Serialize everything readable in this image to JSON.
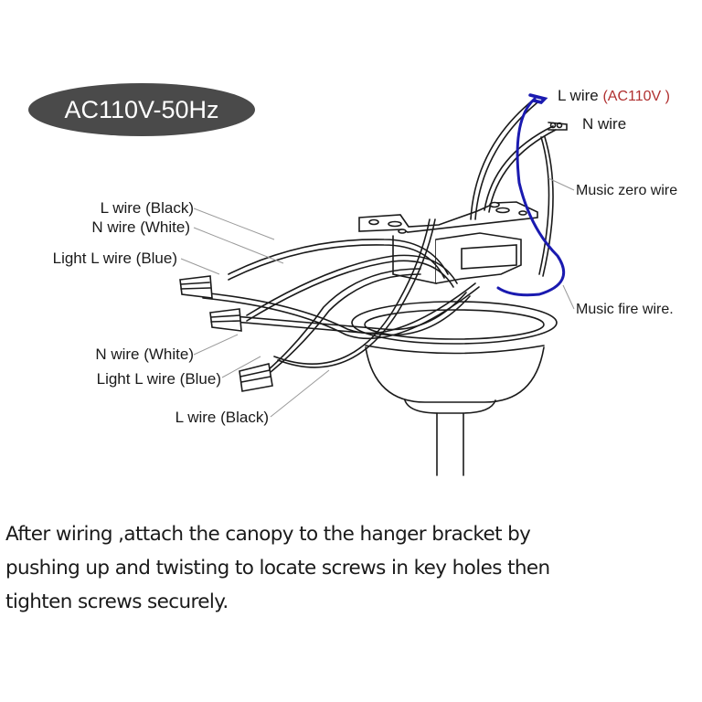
{
  "badge": {
    "text": "AC110V-50Hz"
  },
  "labels": {
    "top_l_wire": "L wire",
    "top_l_wire_note": "(AC110V )",
    "top_n_wire": "N wire",
    "music_zero": "Music zero wire",
    "music_fire": "Music fire wire.",
    "left_l_black": "L wire (Black)",
    "left_n_white": "N wire (White)",
    "left_light_blue": "Light  L wire (Blue)",
    "lower_n_white": "N wire (White)",
    "lower_light_blue": "Light   L wire (Blue)",
    "lower_l_black": "L  wire (Black)"
  },
  "instructions": {
    "line1": "After wiring ,attach the canopy to the hanger bracket by",
    "line2": "pushing up and twisting to locate screws in key holes then",
    "line3": "tighten screws securely."
  },
  "colors": {
    "badge_bg": "#4a4a4a",
    "accent_blue": "#1a1ab0",
    "note_red": "#b03030",
    "line": "#1a1a1a",
    "leader": "#9a9a9a"
  }
}
